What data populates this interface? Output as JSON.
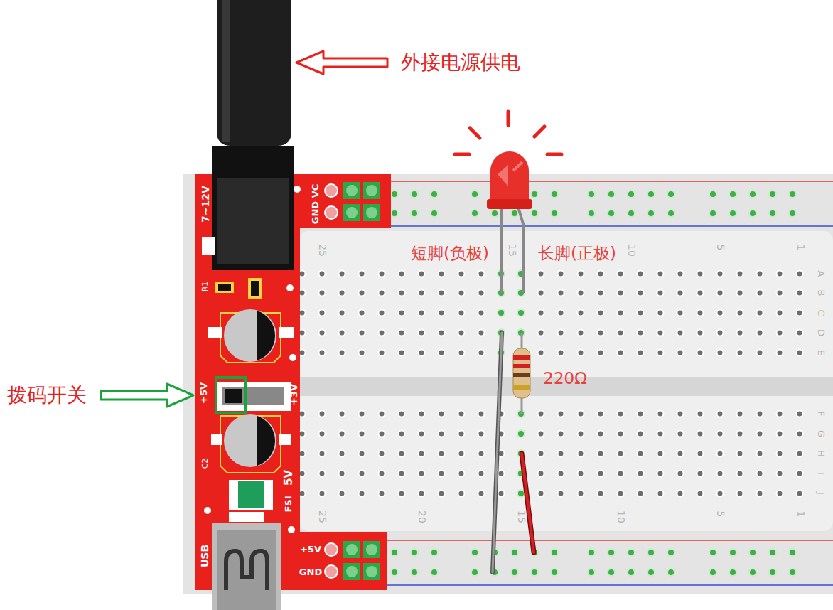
{
  "diagram": {
    "labels": [
      "外接电源供电",
      "拨码开关",
      "短脚(负极)",
      "长脚(正极)",
      "220Ω",
      "7~12V",
      "GND VC",
      "R1",
      "+5V",
      "+3V",
      "C2",
      "5V",
      "FSI",
      "USB",
      "+5V",
      "GND",
      "25",
      "15",
      "10",
      "5",
      "1",
      "25",
      "20",
      "15",
      "10",
      "5",
      "1",
      "A",
      "B",
      "C",
      "D",
      "E",
      "F",
      "G",
      "H",
      "I",
      "J"
    ]
  }
}
